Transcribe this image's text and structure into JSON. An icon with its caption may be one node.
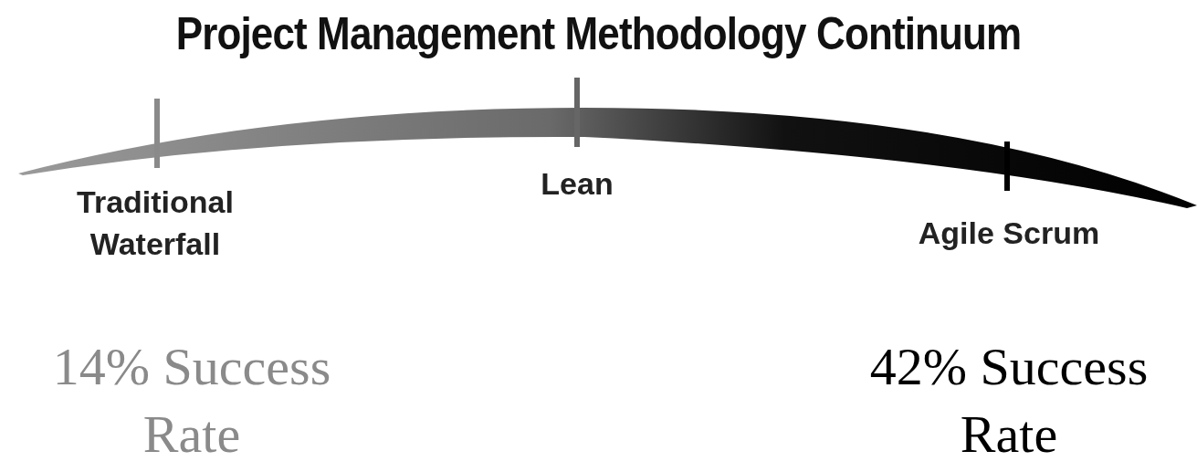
{
  "diagram": {
    "title": "Project Management Methodology Continuum",
    "labels": [
      "Traditional Waterfall",
      "Lean",
      "Agile Scrum",
      "14% Success Rate",
      "42% Success Rate"
    ]
  }
}
